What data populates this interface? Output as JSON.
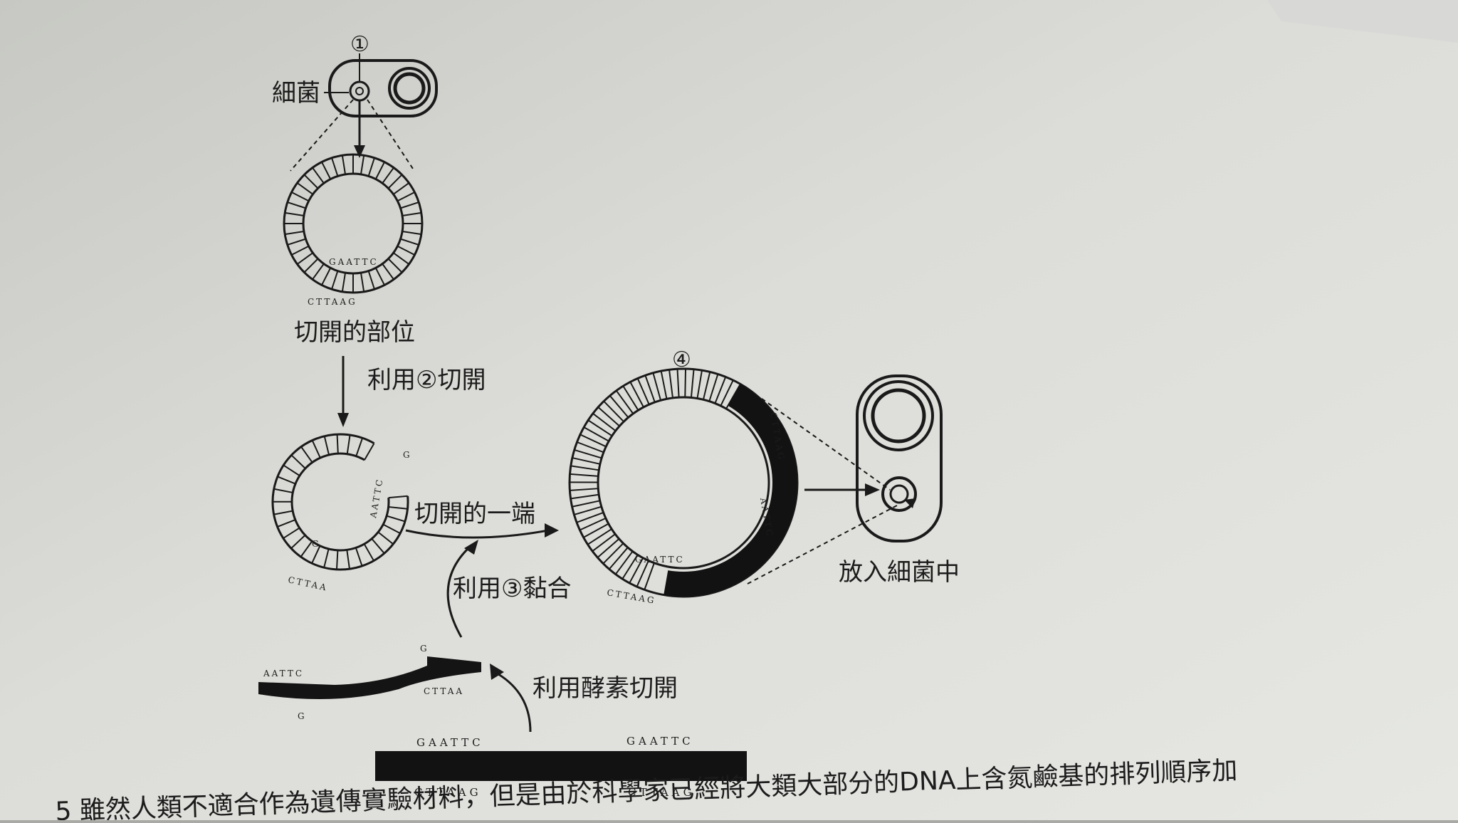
{
  "labels": {
    "step1": "①",
    "bacteria": "細菌",
    "cut_site": "切開的部位",
    "cut_with_2": "利用②切開",
    "cut_end": "切開的一端",
    "join_with_3": "利用③黏合",
    "cut_with_enzyme": "利用酵素切開",
    "step4": "④",
    "insert_into_bacteria": "放入細菌中"
  },
  "sequences": {
    "top_strand": "GAATTC",
    "bottom_strand": "CTTAAG",
    "sticky_top": "AATTC",
    "sticky_bottom": "CTTAA",
    "single_g": "G",
    "vertical_top": "AATTC",
    "vertical_g": "G",
    "ring_right_top": "AATTC",
    "ring_right_bottom": "CTTAAG"
  },
  "footer": {
    "question_text": "5 雖然人類不適合作為遺傳實驗材料，但是由於科學家已經將大類大部分的DNA上含氮鹼基的排列順序加"
  }
}
